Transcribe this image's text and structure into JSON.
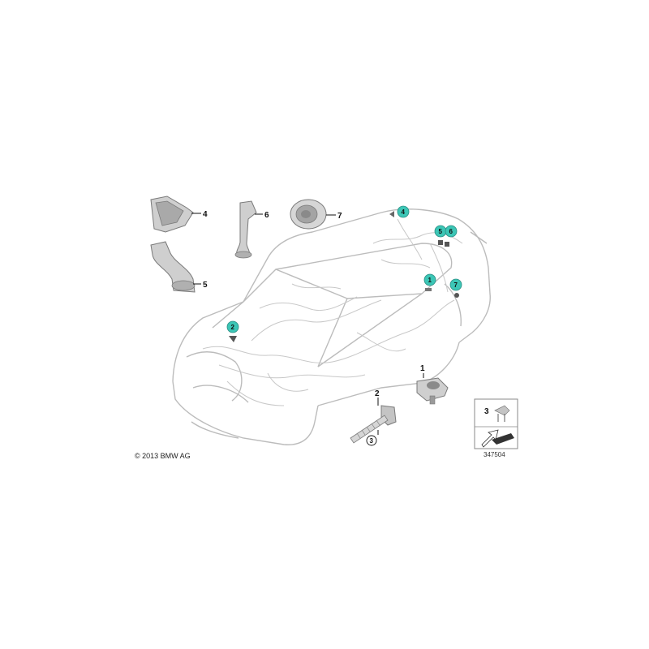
{
  "copyright": "© 2013 BMW AG",
  "figure_number": "347504",
  "colors": {
    "highlight": "#3cc6b6",
    "outline": "#b8b8b8",
    "part_fill": "#cfcfcf",
    "part_dark": "#7a7a7a"
  },
  "callouts": {
    "part1": "1",
    "part2": "2",
    "part3": "3",
    "part4": "4",
    "part5": "5",
    "part6": "6",
    "part7": "7"
  },
  "bubbles": {
    "b1": "1",
    "b2": "2",
    "b4": "4",
    "b5": "5",
    "b6": "6",
    "b7": "7"
  },
  "legend": {
    "label": "3"
  }
}
